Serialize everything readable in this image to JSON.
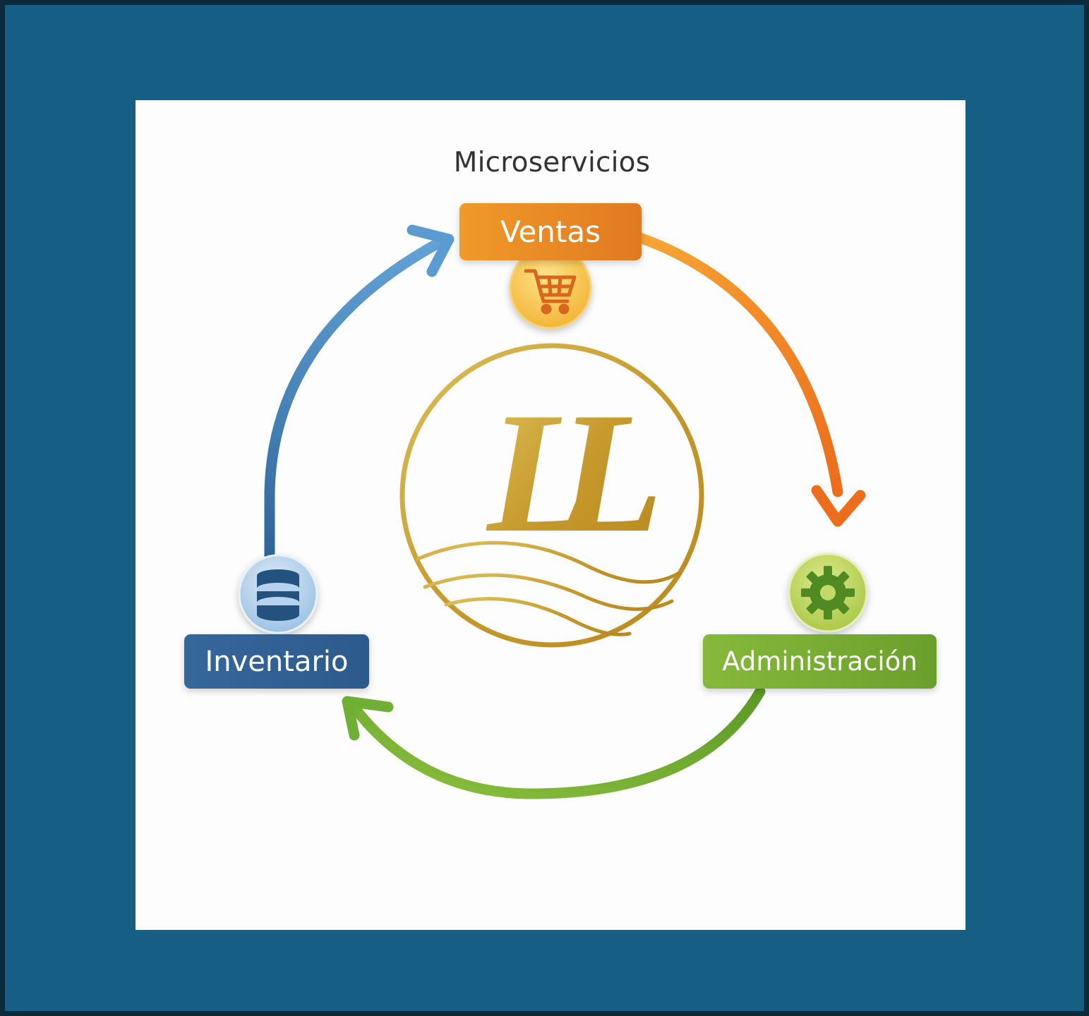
{
  "title": "Microservicios",
  "logo": {
    "monogram": "LL",
    "icon": "ll-wave-logo-icon",
    "color": "#c59a2c"
  },
  "services": [
    {
      "id": "ventas",
      "label": "Ventas",
      "icon": "shopping-cart-icon",
      "color": "#e98a22"
    },
    {
      "id": "administracion",
      "label": "Administración",
      "icon": "gear-icon",
      "color": "#74a832"
    },
    {
      "id": "inventario",
      "label": "Inventario",
      "icon": "database-icon",
      "color": "#2f5f91"
    }
  ],
  "flow": [
    {
      "from": "Ventas",
      "to": "Administración",
      "color": "#f29a25"
    },
    {
      "from": "Administración",
      "to": "Inventario",
      "color": "#72b133"
    },
    {
      "from": "Inventario",
      "to": "Ventas",
      "color": "#4d8bc4"
    }
  ],
  "colors": {
    "outer_border": "#0b2a3c",
    "frame": "#175e84",
    "canvas": "#fdfdfd",
    "title_text": "#333333"
  }
}
